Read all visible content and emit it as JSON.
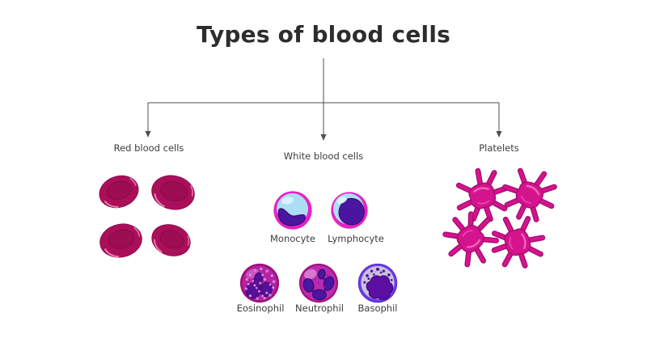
{
  "title": "Types of blood cells",
  "branches": {
    "red": {
      "label": "Red blood cells"
    },
    "white": {
      "label": "White blood cells"
    },
    "platelets": {
      "label": "Platelets"
    }
  },
  "white_cell_types": {
    "monocyte": "Monocyte",
    "lymphocyte": "Lymphocyte",
    "eosinophil": "Eosinophil",
    "neutrophil": "Neutrophil",
    "basophil": "Basophil"
  },
  "colors": {
    "line_color": "#4f4f4f",
    "title_color": "#2d2d2d",
    "label_color": "#3c3c3c",
    "rbc_main": "#ab0f5a",
    "rbc_inner": "#9d0d51",
    "rbc_outline": "#8a0a48",
    "rbc_highlight": "#ef77ae",
    "wbc_ring": "#e621c6",
    "wbc_cytoplasm": "#abdef4",
    "wbc_highlight": "#d9f2fb",
    "wbc_nucleus": "#4a16a0",
    "wbc_nucleus_outline": "#36076e",
    "eos_ring": "#9e0f7d",
    "eos_body": "#b424a0",
    "eos_blob": "#d25cc8",
    "eos_nucleus": "#551097",
    "eos_nucleus_outline": "#3c0575",
    "granule": "#d77ad6",
    "granule_alt": "#cf92e6",
    "neu_ring": "#a1137e",
    "neu_body": "#bb2bb2",
    "neu_blob": "#d678cf",
    "bas_ring": "#6b3bf0",
    "bas_ring_outline": "#5429c9",
    "bas_body": "#c9c4dc",
    "bas_nucleus": "#5c0fa0",
    "bas_nucleus_outline": "#43067a",
    "platelet_main": "#d6138f",
    "platelet_outline": "#a50e6e",
    "platelet_highlight": "#f06ab8"
  }
}
